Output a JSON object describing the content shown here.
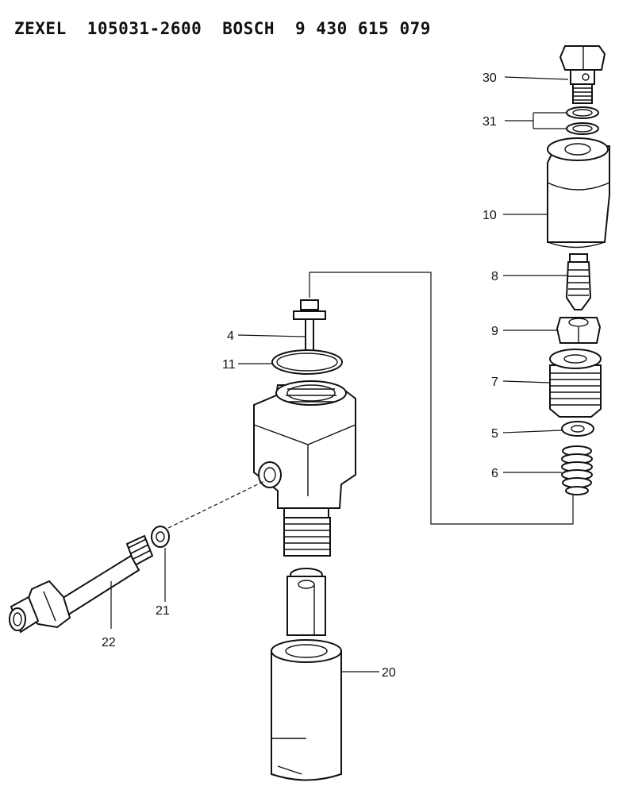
{
  "header": {
    "brand1": "ZEXEL",
    "code1": "105031-2600",
    "brand2": "BOSCH",
    "code2": "9 430 615 079"
  },
  "labels": {
    "p30": "30",
    "p31": "31",
    "p10": "10",
    "p8": "8",
    "p9": "9",
    "p7": "7",
    "p5": "5",
    "p6": "6",
    "p4": "4",
    "p11": "11",
    "p21": "21",
    "p22": "22",
    "p20": "20"
  }
}
